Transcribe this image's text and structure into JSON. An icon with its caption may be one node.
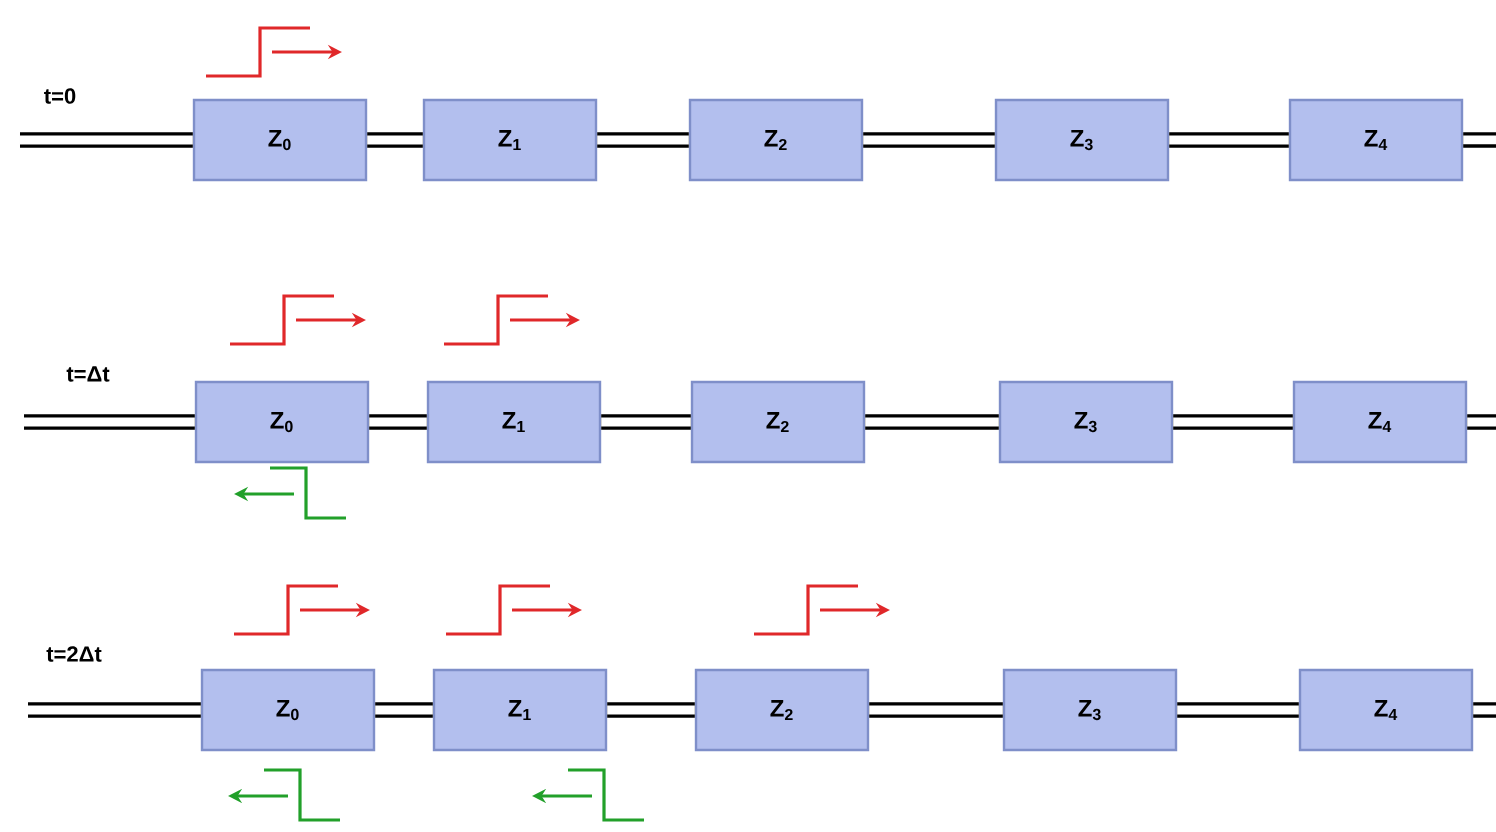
{
  "diagram": {
    "nodes": [
      {
        "text": [
          "Z$_{0}$"
        ]
      },
      {
        "text": [
          "Z$_{1}$"
        ]
      },
      {
        "text": [
          "Z$_{2}$"
        ]
      },
      {
        "text": [
          "Z$_{3}$"
        ]
      },
      {
        "text": [
          "Z$_{4}$"
        ]
      },
      {
        "text": [
          "Z$_{0}$"
        ]
      },
      {
        "text": [
          "Z$_{1}$"
        ]
      },
      {
        "text": [
          "Z$_{2}$"
        ]
      },
      {
        "text": [
          "Z$_{3}$"
        ]
      },
      {
        "text": [
          "Z$_{4}$"
        ]
      },
      {
        "text": [
          "Z$_{0}$"
        ]
      },
      {
        "text": [
          "Z$_{1}$"
        ]
      },
      {
        "text": [
          "Z$_{2}$"
        ]
      },
      {
        "text": [
          "Z$_{3}$"
        ]
      },
      {
        "text": [
          "Z$_{4}$"
        ]
      }
    ],
    "edges": [
      {
        "from": null,
        "to": 0,
        "arrow": "none"
      },
      {
        "from": 0,
        "to": 1,
        "arrow": "none"
      },
      {
        "from": 1,
        "to": 2,
        "arrow": "none"
      },
      {
        "from": 2,
        "to": 3,
        "arrow": "none"
      },
      {
        "from": 3,
        "to": 4,
        "arrow": "none"
      },
      {
        "from": 4,
        "to": null,
        "arrow": "none"
      },
      {
        "from": null,
        "to": 5,
        "arrow": "none"
      },
      {
        "from": 5,
        "to": 6,
        "arrow": "none"
      },
      {
        "from": 6,
        "to": 7,
        "arrow": "none"
      },
      {
        "from": 7,
        "to": 8,
        "arrow": "none"
      },
      {
        "from": 8,
        "to": 9,
        "arrow": "none"
      },
      {
        "from": 9,
        "to": null,
        "arrow": "none"
      },
      {
        "from": null,
        "to": 10,
        "arrow": "none"
      },
      {
        "from": 10,
        "to": 11,
        "arrow": "none"
      },
      {
        "from": 11,
        "to": 12,
        "arrow": "none"
      },
      {
        "from": 12,
        "to": 13,
        "arrow": "none"
      },
      {
        "from": 13,
        "to": 14,
        "arrow": "none"
      },
      {
        "from": 14,
        "to": null,
        "arrow": "none"
      }
    ],
    "labels": [
      "t=0",
      "t=Δt",
      "t=2Δt"
    ]
  }
}
